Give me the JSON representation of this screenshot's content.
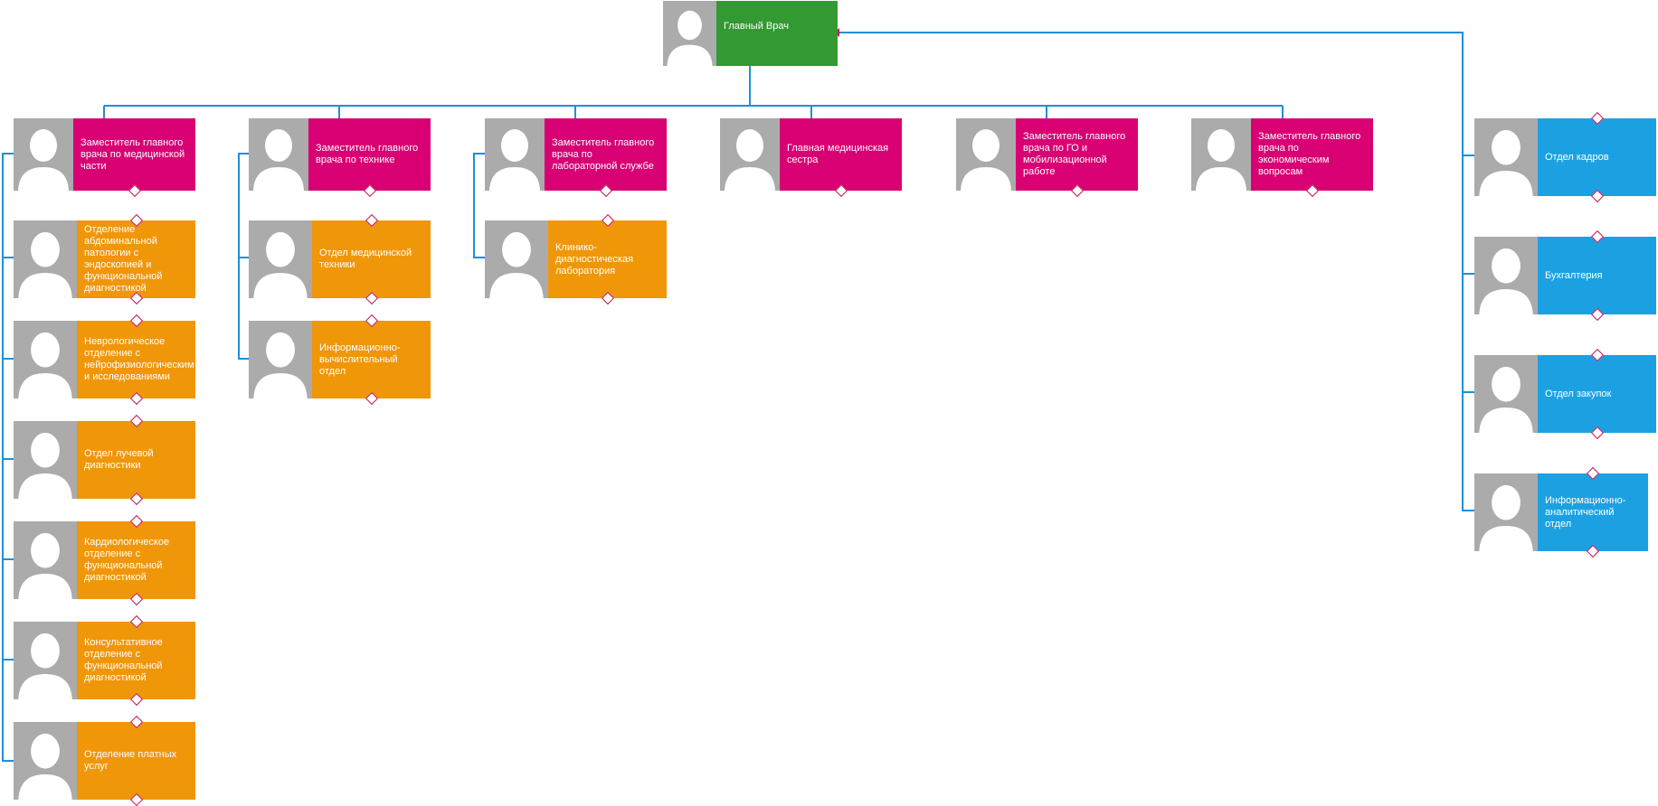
{
  "colors": {
    "root": "#339933",
    "deputy": "#d80073",
    "department": "#f09609",
    "staff": "#1ba1e2",
    "connector": "#1e90d6",
    "photo_bg": "#ababab"
  },
  "root": {
    "title": "Главный Врач"
  },
  "deputies": [
    {
      "title": "Заместитель главного врача по медицинской части"
    },
    {
      "title": "Заместитель главного врача по технике"
    },
    {
      "title": "Заместитель главного врача по лабораторной службе"
    },
    {
      "title": "Главная медицинская сестра"
    },
    {
      "title": "Заместитель главного врача по ГО и мобилизационной работе"
    },
    {
      "title": "Заместитель главного врача по экономическим вопросам"
    }
  ],
  "departments": [
    {
      "title": "Отделение абдоминальной патологии с эндоскопией и функциональной диагностикой"
    },
    {
      "title": "Неврологическое отделение с нейрофизиологическим и исследованиями"
    },
    {
      "title": "Отдел лучевой диагностики"
    },
    {
      "title": "Кардиологическое отделение с функциональной диагностикой"
    },
    {
      "title": "Консультативное отделение с функциональной диагностикой"
    },
    {
      "title": "Отделение платных услуг"
    },
    {
      "title": "Отдел медицинской техники"
    },
    {
      "title": "Информационно-вычислительный отдел"
    },
    {
      "title": "Клинико-диагностическая лаборатория"
    }
  ],
  "staff": [
    {
      "title": "Отдел кадров"
    },
    {
      "title": "Бухгалтерия"
    },
    {
      "title": "Отдел закупок"
    },
    {
      "title": "Информационно-аналитический отдел"
    }
  ]
}
